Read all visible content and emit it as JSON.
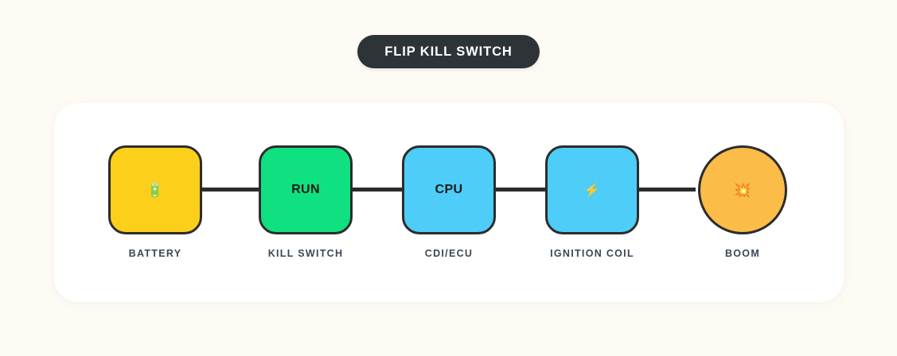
{
  "toolbar": {
    "flip_button_label": "FLIP KILL SWITCH"
  },
  "colors": {
    "page_background": "#FEFBF5",
    "card_background": "#FFFFFF",
    "button_background": "#2E3338",
    "button_text": "#FFFFFF",
    "node_border": "#2C2C2C",
    "label_text": "#3C4753",
    "connector": "#2C2C2C",
    "battery": "#FCCF1B",
    "kill_switch": "#0FE180",
    "cdi_ecu": "#4DCDF7",
    "ignition_coil": "#4DCDF7",
    "boom": "#FBBC48"
  },
  "diagram": {
    "nodes": [
      {
        "id": "battery",
        "label": "BATTERY",
        "content": "🔋",
        "content_type": "icon",
        "icon_name": "battery-icon",
        "shape": "rounded-square",
        "color": "#FCCF1B"
      },
      {
        "id": "kill-switch",
        "label": "KILL SWITCH",
        "content": "RUN",
        "content_type": "text",
        "shape": "rounded-square",
        "color": "#0FE180"
      },
      {
        "id": "cdi-ecu",
        "label": "CDI/ECU",
        "content": "CPU",
        "content_type": "text",
        "shape": "rounded-square",
        "color": "#4DCDF7"
      },
      {
        "id": "ignition-coil",
        "label": "IGNITION COIL",
        "content": "⚡",
        "content_type": "icon",
        "icon_name": "lightning-bolt-icon",
        "shape": "rounded-square",
        "color": "#4DCDF7"
      },
      {
        "id": "boom",
        "label": "BOOM",
        "content": "💥",
        "content_type": "icon",
        "icon_name": "explosion-icon",
        "shape": "circle",
        "color": "#FBBC48"
      }
    ]
  }
}
